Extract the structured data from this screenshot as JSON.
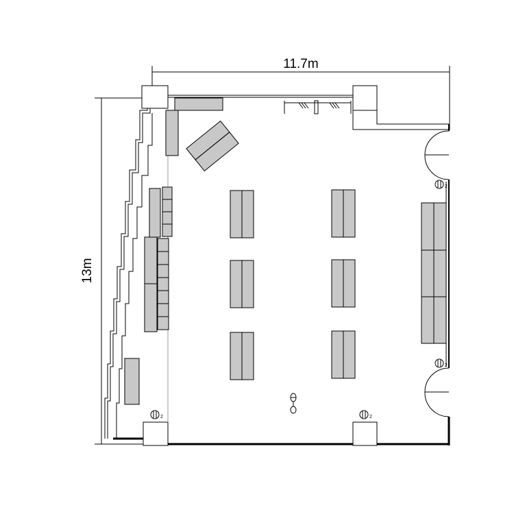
{
  "dimensions": {
    "width_label": "11.7m",
    "height_label": "13m"
  },
  "symbols": {
    "outlet_mark": "2"
  },
  "colors": {
    "wall": "#000000",
    "furniture_fill": "#c8c8c8",
    "background": "#ffffff"
  }
}
